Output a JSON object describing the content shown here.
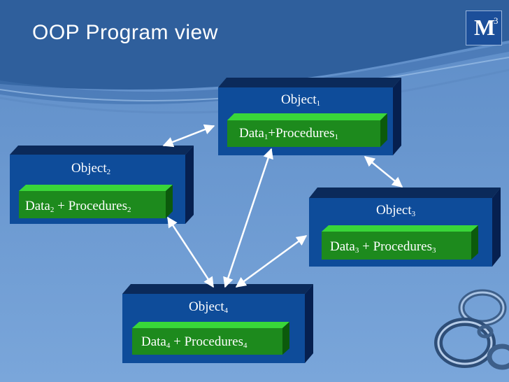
{
  "title": "OOP Program view",
  "logo": {
    "letter": "M",
    "superscript": "3"
  },
  "objects": [
    {
      "name": "Object",
      "index": "1",
      "data": "Data",
      "data_index": "1",
      "sep": "+",
      "procedures": "Procedures",
      "proc_index": "1"
    },
    {
      "name": "Object",
      "index": "2",
      "data": "Data",
      "data_index": "2",
      "sep": " + ",
      "procedures": "Procedures",
      "proc_index": "2"
    },
    {
      "name": "Object",
      "index": "3",
      "data": "Data",
      "data_index": "3",
      "sep": " + ",
      "procedures": "Procedures",
      "proc_index": "3"
    },
    {
      "name": "Object",
      "index": "4",
      "data": "Data",
      "data_index": "4",
      "sep": " + ",
      "procedures": "Procedures",
      "proc_index": "4"
    }
  ],
  "colors": {
    "background": "#6f9bd0",
    "header": "#1f4f8f",
    "box_face": "#0e4c9a",
    "box_top": "#0b2a5a",
    "inner_face": "#1d8a1d",
    "inner_top": "#39d739",
    "arrow": "#ffffff"
  }
}
